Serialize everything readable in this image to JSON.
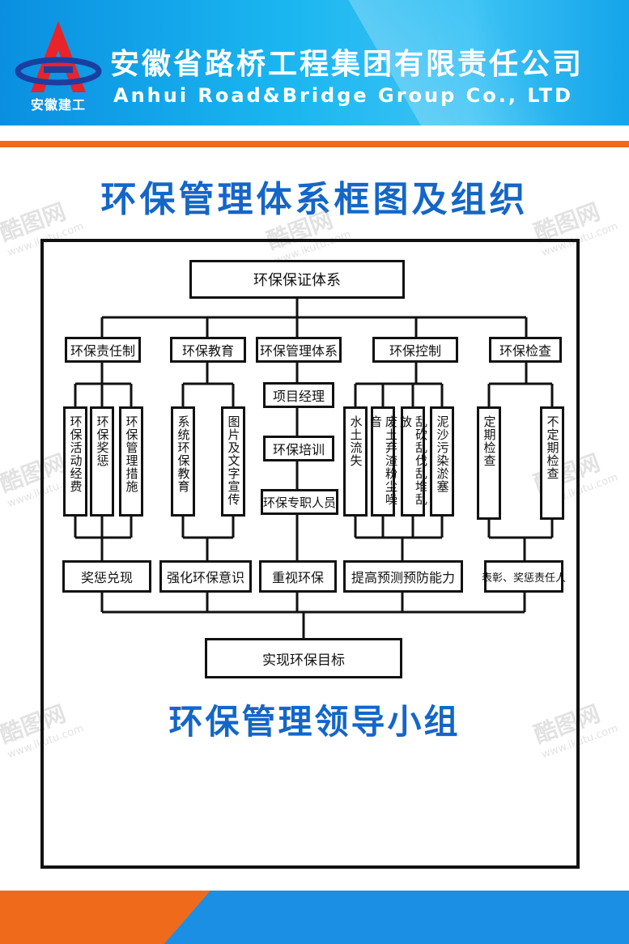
{
  "company": {
    "name_cn": "安徽省路桥工程集团有限责任公司",
    "name_en": "Anhui Road&Bridge Group Co., LTD",
    "logo_caption": "安徽建工"
  },
  "title": "环保管理体系框图及组织",
  "diagram": {
    "root": "环保保证体系",
    "level1": [
      "环保责任制",
      "环保教育",
      "环保管理体系",
      "环保控制",
      "环保检查"
    ],
    "responsibility_items": [
      "环保活动经费",
      "环保奖惩",
      "环保管理措施"
    ],
    "education_items": [
      "系统环保教育",
      "图片及文字宣传"
    ],
    "management_chain": [
      "项目经理",
      "环保培训",
      "环保专职人员"
    ],
    "control_items": [
      "水土流失",
      "废土弃渣粉尘噪音",
      "乱砍乱伐乱堆乱放",
      "泥沙污染淤塞"
    ],
    "inspection_items": [
      "定期检查",
      "不定期检查"
    ],
    "outcomes": [
      "奖惩兑现",
      "强化环保意识",
      "重视环保",
      "提高预测预防能力",
      "表彰、奖惩责任人"
    ],
    "goal": "实现环保目标"
  },
  "leader_group": "环保管理领导小组",
  "watermark": {
    "brand": "酷图网",
    "url": "www.ikutu.com"
  },
  "colors": {
    "blue": "#1466c8",
    "orange": "#ef6a1a",
    "header_blue": "#1ab6f0"
  }
}
